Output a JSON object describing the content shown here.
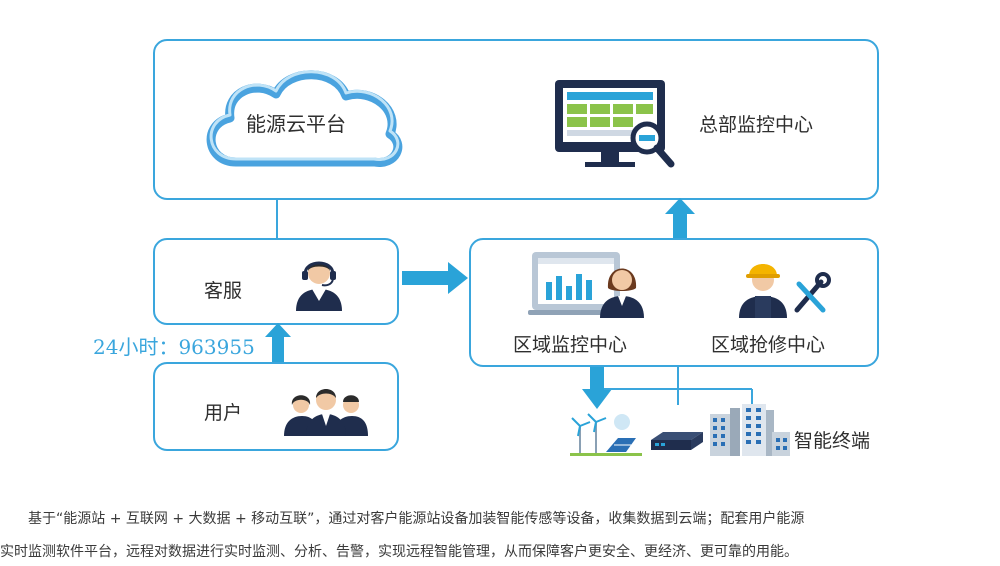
{
  "diagram": {
    "cloud_platform": "能源云平台",
    "hq_monitor": "总部监控中心",
    "customer_service": "客服",
    "user": "用户",
    "hotline": "24小时：963955",
    "regional_monitor": "区域监控中心",
    "regional_repair": "区域抢修中心",
    "smart_terminal": "智能终端"
  },
  "description": {
    "line1": "　　基于“能源站 + 互联网 + 大数据 + 移动互联”，通过对客户能源站设备加装智能传感等设备，收集数据到云端；配套用户能源",
    "line2": "实时监测软件平台，远程对数据进行实时监测、分析、告警，实现远程智能管理，从而保障客户更安全、更经济、更可靠的用能。"
  },
  "colors": {
    "accent": "#3aa6dd",
    "cloud": "#4aa3df",
    "screen_green": "#8bc34a",
    "navy": "#1f2d4d"
  }
}
